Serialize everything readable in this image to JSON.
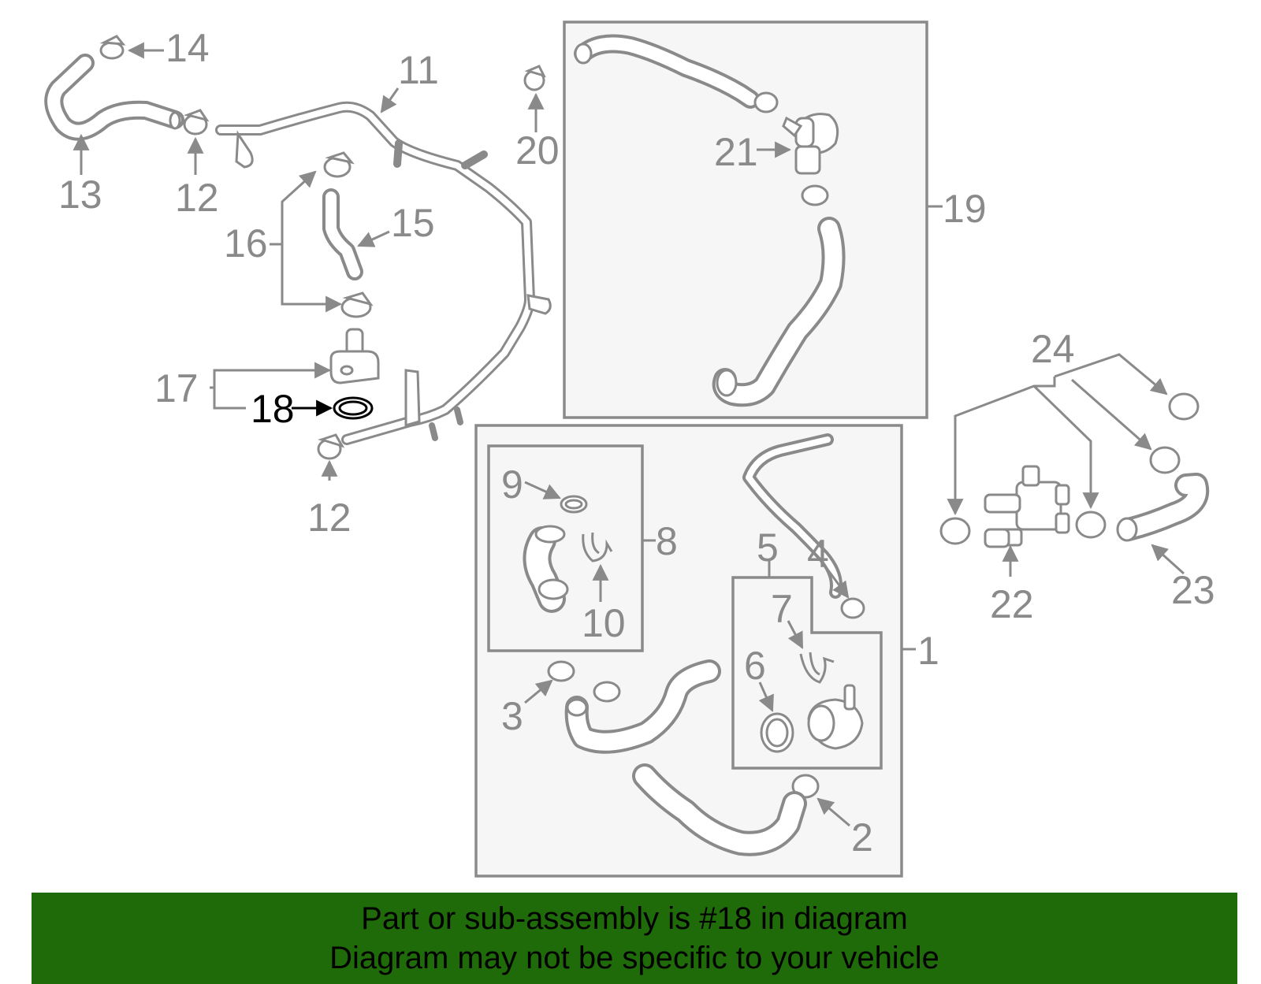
{
  "callouts": [
    {
      "id": "1",
      "label": "1"
    },
    {
      "id": "2",
      "label": "2"
    },
    {
      "id": "3",
      "label": "3"
    },
    {
      "id": "4",
      "label": "4"
    },
    {
      "id": "5",
      "label": "5"
    },
    {
      "id": "6",
      "label": "6"
    },
    {
      "id": "7",
      "label": "7"
    },
    {
      "id": "8",
      "label": "8"
    },
    {
      "id": "9",
      "label": "9"
    },
    {
      "id": "10",
      "label": "10"
    },
    {
      "id": "11",
      "label": "11"
    },
    {
      "id": "12a",
      "label": "12"
    },
    {
      "id": "12b",
      "label": "12"
    },
    {
      "id": "13",
      "label": "13"
    },
    {
      "id": "14",
      "label": "14"
    },
    {
      "id": "15",
      "label": "15"
    },
    {
      "id": "16",
      "label": "16"
    },
    {
      "id": "17",
      "label": "17"
    },
    {
      "id": "18",
      "label": "18",
      "highlighted": true
    },
    {
      "id": "19",
      "label": "19"
    },
    {
      "id": "20",
      "label": "20"
    },
    {
      "id": "21",
      "label": "21"
    },
    {
      "id": "22",
      "label": "22"
    },
    {
      "id": "23",
      "label": "23"
    },
    {
      "id": "24",
      "label": "24"
    }
  ],
  "banner": {
    "line1": "Part or sub-assembly is #18 in diagram",
    "line2": "Diagram may not be specific to your vehicle",
    "background_color": "#1f6b09"
  },
  "colors": {
    "line": "#8a8a8a",
    "highlight": "#000000",
    "box_fill": "#f6f6f6"
  }
}
